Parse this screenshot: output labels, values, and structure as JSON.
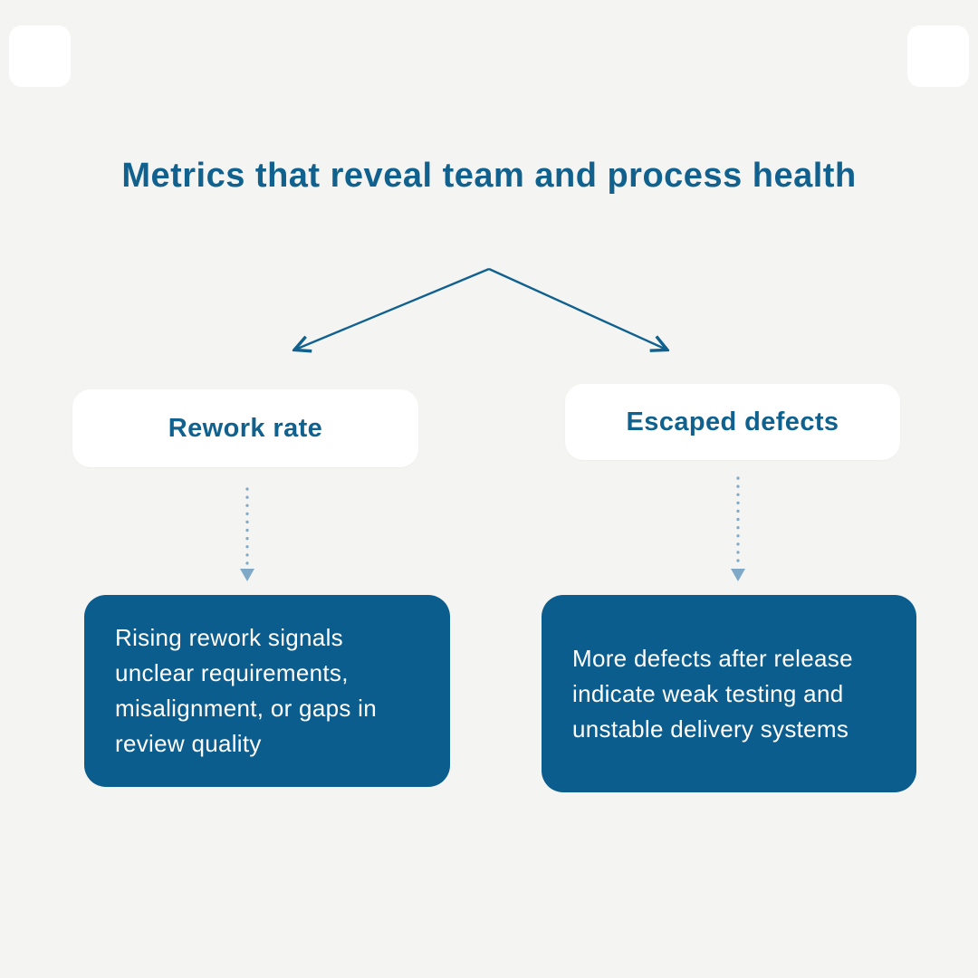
{
  "title": "Metrics that reveal team and process health",
  "colors": {
    "background": "#f4f4f2",
    "accent": "#11618f",
    "card_fill": "#0b5d8e",
    "card_text": "#ffffff",
    "dotted_arrow": "#7fa9c6",
    "label_box_bg": "#ffffff"
  },
  "nodes": {
    "left": {
      "label": "Rework rate",
      "description": "Rising rework signals unclear requirements, misalignment, or gaps in review quality"
    },
    "right": {
      "label": "Escaped defects",
      "description": "More defects after release indicate weak testing and unstable delivery systems"
    }
  }
}
